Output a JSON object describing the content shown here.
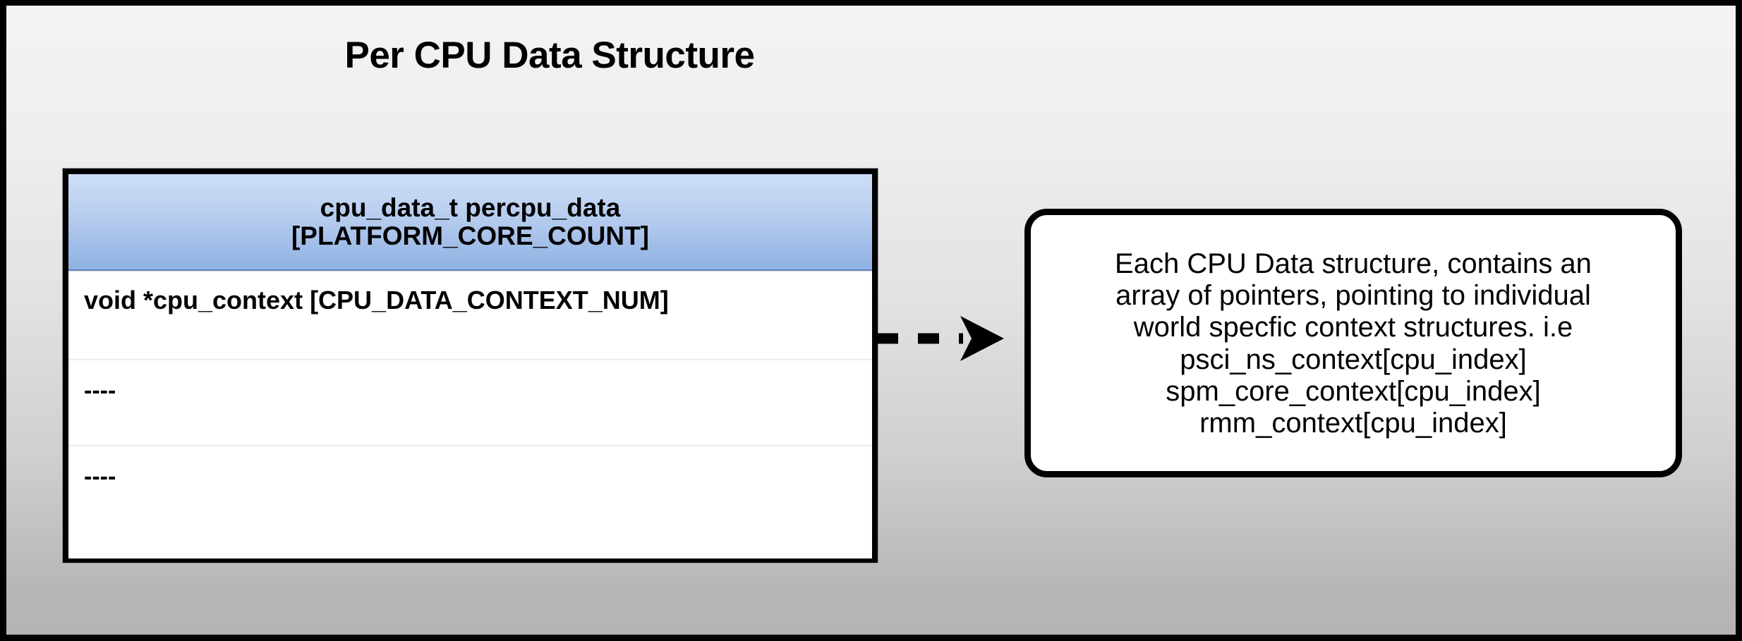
{
  "page": {
    "title": "Per CPU Data Structure",
    "background_top_color": "#f3f3f3",
    "background_bottom_color": "#b4b4b4",
    "frame_color": "#000000"
  },
  "struct_table": {
    "header": {
      "line1": "cpu_data_t percpu_data",
      "line2": "[PLATFORM_CORE_COUNT]",
      "gradient_top_color": "#ccddf6",
      "gradient_bottom_color": "#8fb2e2"
    },
    "rows": [
      {
        "text": "void *cpu_context [CPU_DATA_CONTEXT_NUM]"
      },
      {
        "text": "----"
      },
      {
        "text": "----"
      }
    ]
  },
  "connector": {
    "style": "dashed-arrow",
    "direction": "right",
    "color": "#000000",
    "dash_count": 3
  },
  "callout_note": {
    "lines": [
      "Each CPU Data structure, contains an",
      "array of pointers, pointing to individual",
      "world specfic context structures. i.e",
      "psci_ns_context[cpu_index]",
      "spm_core_context[cpu_index]",
      "rmm_context[cpu_index]"
    ],
    "border_color": "#000000",
    "background_color": "#ffffff"
  }
}
